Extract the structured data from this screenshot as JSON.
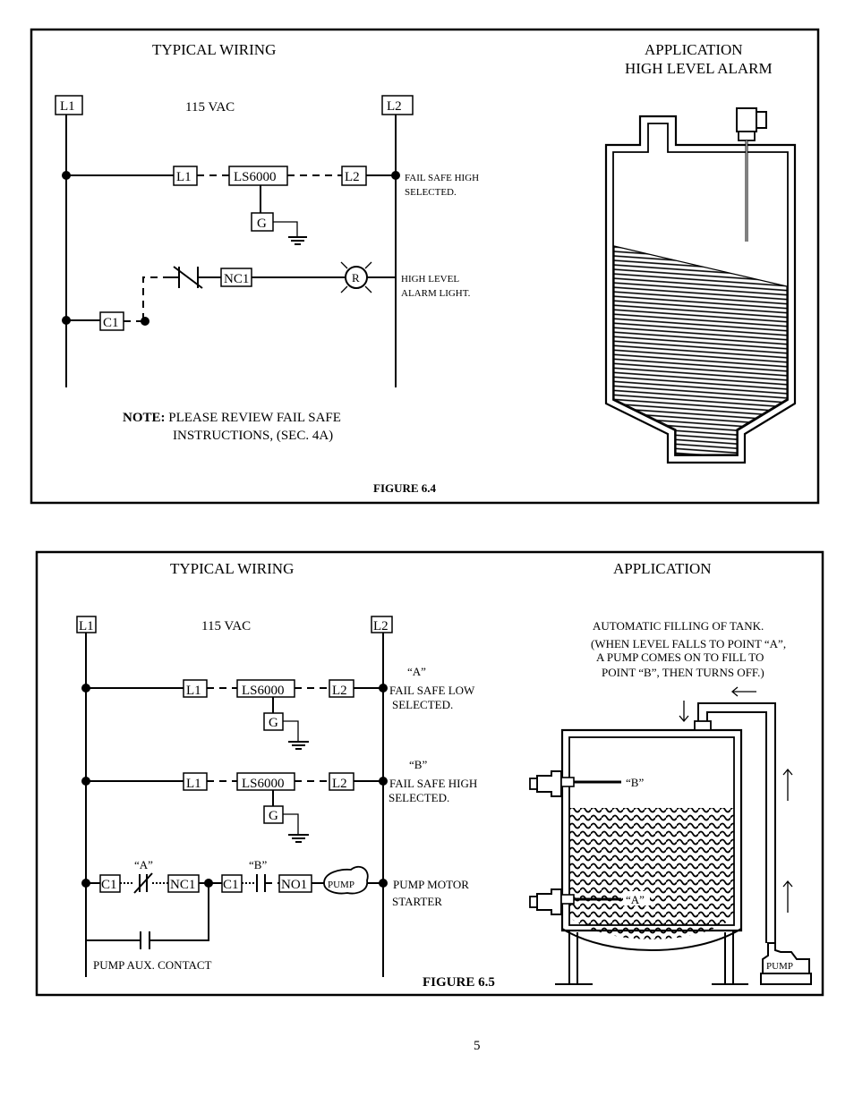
{
  "fig64": {
    "title_left": "TYPICAL WIRING",
    "title_right_1": "APPLICATION",
    "title_right_2": "HIGH LEVEL ALARM",
    "l1": "L1",
    "l2": "L2",
    "voltage": "115 VAC",
    "switch_l1": "L1",
    "switch_model": "LS6000",
    "switch_l2": "L2",
    "ground": "G",
    "fs_1": "FAIL SAFE HIGH",
    "fs_2": "SELECTED.",
    "nc1": "NC1",
    "lamp": "R",
    "alarm_1": "HIGH LEVEL",
    "alarm_2": "ALARM LIGHT.",
    "c1": "C1",
    "note_label": "NOTE:",
    "note_1": "PLEASE REVIEW FAIL SAFE",
    "note_2": "INSTRUCTIONS, (SEC. 4A)",
    "figure": "FIGURE 6.4"
  },
  "fig65": {
    "title_left": "TYPICAL WIRING",
    "title_right": "APPLICATION",
    "l1": "L1",
    "l2": "L2",
    "voltage": "115 VAC",
    "desc_1": "AUTOMATIC FILLING OF TANK.",
    "desc_2": "(WHEN LEVEL FALLS TO POINT “A”,",
    "desc_3": "A PUMP COMES ON TO FILL TO",
    "desc_4": "POINT  “B”, THEN TURNS OFF.)",
    "row_a": {
      "marker": "“A”",
      "l1": "L1",
      "model": "LS6000",
      "l2": "L2",
      "ground": "G",
      "fs_1": "FAIL SAFE LOW",
      "fs_2": "SELECTED."
    },
    "row_b": {
      "marker": "“B”",
      "l1": "L1",
      "model": "LS6000",
      "l2": "L2",
      "ground": "G",
      "fs_1": "FAIL SAFE HIGH",
      "fs_2": "SELECTED."
    },
    "row_c": {
      "c1_a": "C1",
      "nc1": "NC1",
      "c1_b": "C1",
      "no1": "NO1",
      "pump": "PUMP",
      "mark_a": "“A”",
      "mark_b": "“B”",
      "starter_1": "PUMP MOTOR",
      "starter_2": "STARTER"
    },
    "aux": "PUMP AUX. CONTACT",
    "probe_b": "“B”",
    "probe_a": "“A”",
    "pump_tank": "PUMP",
    "figure": "FIGURE 6.5"
  },
  "page_number": "5"
}
